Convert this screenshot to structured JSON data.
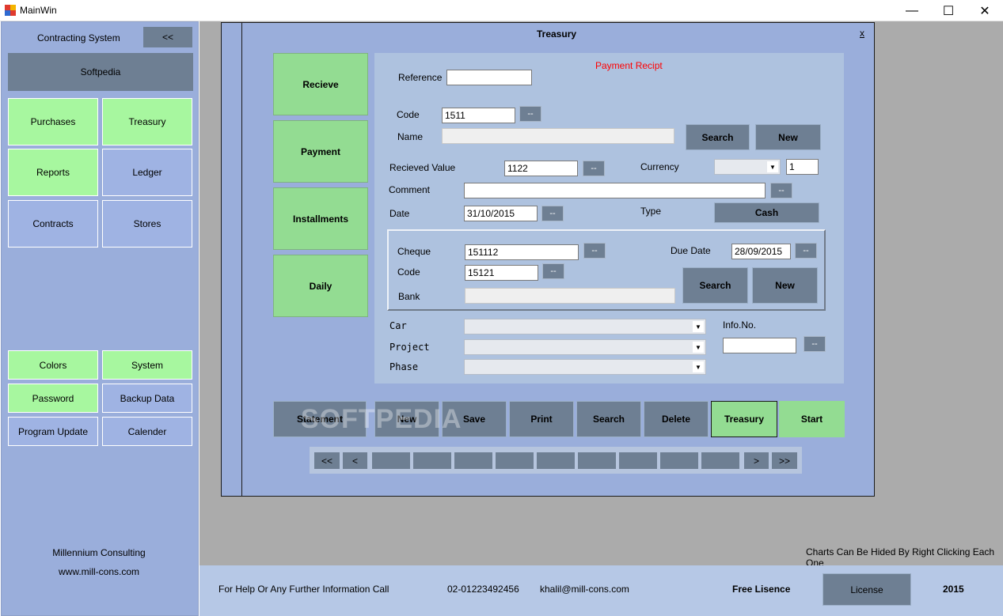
{
  "window": {
    "title": "MainWin",
    "min": "—",
    "max": "☐",
    "close": "✕"
  },
  "sidebar": {
    "title": "Contracting System",
    "collapse": "<<",
    "company": "Softpedia",
    "menu": [
      "Purchases",
      "Treasury",
      "Reports",
      "Ledger",
      "Contracts",
      "Stores"
    ],
    "settings": [
      "Colors",
      "System",
      "Password",
      "Backup Data",
      "Program Update",
      "Calender"
    ],
    "footer_company": "Millennium Consulting",
    "footer_url": "www.mill-cons.com"
  },
  "treasury": {
    "title": "Treasury",
    "close": "x",
    "side_buttons": [
      "Recieve",
      "Payment",
      "Installments",
      "Daily"
    ],
    "form": {
      "header": "Payment Recipt",
      "reference_label": "Reference",
      "reference_value": "",
      "code_label": "Code",
      "code_value": "1511",
      "name_label": "Name",
      "name_value": "",
      "search_label": "Search",
      "new_label": "New",
      "received_label": "Recieved Value",
      "received_value": "1122",
      "currency_label": "Currency",
      "currency_value": "",
      "currency_rate": "1",
      "comment_label": "Comment",
      "comment_value": "",
      "date_label": "Date",
      "date_value": "31/10/2015",
      "type_label": "Type",
      "type_value": "Cash",
      "cheque_label": "Cheque",
      "cheque_value": "151112",
      "due_label": "Due Date",
      "due_value": "28/09/2015",
      "bank_code_label": "Code",
      "bank_code_value": "15121",
      "bank_label": "Bank",
      "bank_value": "",
      "car_label": "Car",
      "project_label": "Project",
      "phase_label": "Phase",
      "info_label": "Info.No.",
      "info_value": "",
      "dots": "--"
    },
    "toolbar": [
      "Statement",
      "New",
      "Save",
      "Print",
      "Search",
      "Delete",
      "Treasury",
      "Start"
    ],
    "nav": {
      "first": "<<",
      "prev": "<",
      "next": ">",
      "last": ">>"
    }
  },
  "hint": "Charts Can Be Hided By Right Clicking  Each One",
  "footer": {
    "help": "For Help Or Any Further Information Call",
    "phone": "02-01223492456",
    "email": "khalil@mill-cons.com",
    "licence_type": "Free Lisence",
    "license_button": "License",
    "year": "2015"
  },
  "watermark": "SOFTPEDIA",
  "colors": {
    "green": "#a7f79f",
    "dark_green": "#93dc92",
    "slate": "#6e7f93",
    "panel": "#9aaedb",
    "red_text": "#ff0000"
  }
}
